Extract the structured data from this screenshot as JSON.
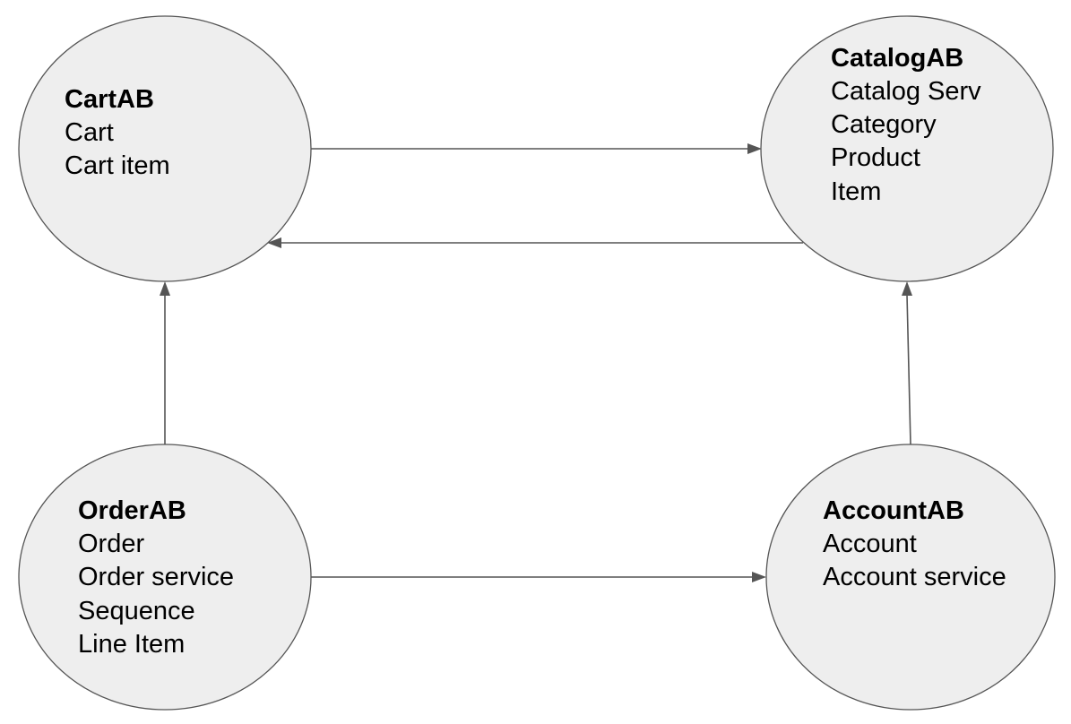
{
  "nodes": {
    "cart": {
      "title": "CartAB",
      "items": [
        "Cart",
        "Cart item"
      ]
    },
    "catalog": {
      "title": "CatalogAB",
      "items": [
        "Catalog Serv",
        "Category",
        "Product",
        "Item"
      ]
    },
    "order": {
      "title": "OrderAB",
      "items": [
        "Order",
        "Order service",
        "Sequence",
        "Line Item"
      ]
    },
    "account": {
      "title": "AccountAB",
      "items": [
        "Account",
        "Account service"
      ]
    }
  },
  "edges": [
    {
      "from": "cart",
      "to": "catalog"
    },
    {
      "from": "catalog",
      "to": "cart"
    },
    {
      "from": "order",
      "to": "cart"
    },
    {
      "from": "account",
      "to": "catalog"
    },
    {
      "from": "order",
      "to": "account"
    }
  ],
  "colors": {
    "node_fill": "#eeeeee",
    "node_stroke": "#555555",
    "edge": "#555555",
    "text": "#000000"
  }
}
